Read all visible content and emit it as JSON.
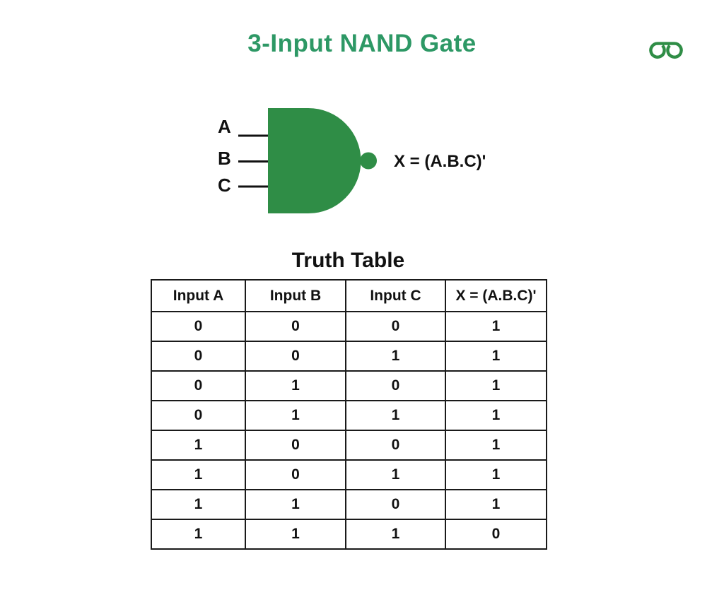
{
  "colors": {
    "brand_green": "#2F8D46",
    "title_green": "#2D9865",
    "text": "#111111",
    "table_border": "#1A1A1A"
  },
  "header": {
    "title": "3-Input NAND Gate"
  },
  "icons": {
    "logo": "geeksforgeeks-logo"
  },
  "diagram": {
    "gate_type": "NAND",
    "input_labels": [
      "A",
      "B",
      "C"
    ],
    "output_label": "X = (A.B.C)'"
  },
  "truth_table": {
    "title": "Truth Table",
    "headers": [
      "Input A",
      "Input B",
      "Input C",
      "X = (A.B.C)'"
    ],
    "rows": [
      [
        "0",
        "0",
        "0",
        "1"
      ],
      [
        "0",
        "0",
        "1",
        "1"
      ],
      [
        "0",
        "1",
        "0",
        "1"
      ],
      [
        "0",
        "1",
        "1",
        "1"
      ],
      [
        "1",
        "0",
        "0",
        "1"
      ],
      [
        "1",
        "0",
        "1",
        "1"
      ],
      [
        "1",
        "1",
        "0",
        "1"
      ],
      [
        "1",
        "1",
        "1",
        "0"
      ]
    ]
  }
}
